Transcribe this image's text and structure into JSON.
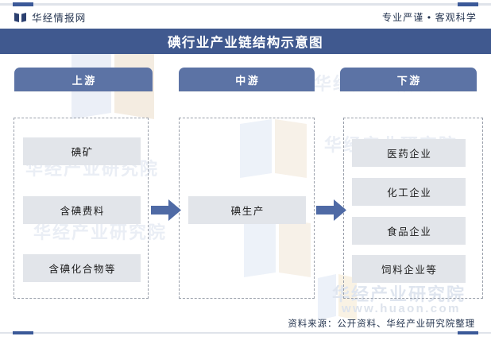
{
  "header": {
    "brand_name": "华经情报网",
    "brand_logo_icon": "open-book-icon",
    "tagline": "专业严谨 • 客观科学"
  },
  "title": {
    "text": "碘行业产业链结构示意图"
  },
  "diagram": {
    "columns": [
      {
        "key": "upstream",
        "header": "上游",
        "items": [
          "碘矿",
          "含碘费料",
          "含碘化合物等"
        ]
      },
      {
        "key": "midstream",
        "header": "中游",
        "items": [
          "碘生产"
        ]
      },
      {
        "key": "downstream",
        "header": "下游",
        "items": [
          "医药企业",
          "化工企业",
          "食品企业",
          "饲料企业等"
        ]
      }
    ],
    "arrows": [
      {
        "name": "arrow-upstream-to-midstream",
        "icon": "arrow-right-icon"
      },
      {
        "name": "arrow-midstream-to-downstream",
        "icon": "arrow-right-icon"
      }
    ]
  },
  "watermark": {
    "text": "华经产业研究院",
    "url": "www.huaon.com"
  },
  "footer": {
    "source": "资料来源：公开资料、华经产业研究院整理"
  },
  "colors": {
    "title_band": "#40598f",
    "column_header": "#5c73a5",
    "cell_fill": "#e2e5ea",
    "arrow": "#4f6aa5",
    "dashed_border": "#9aa0ab",
    "brand_text": "#23334f",
    "accent_cap": "#3b5998"
  }
}
